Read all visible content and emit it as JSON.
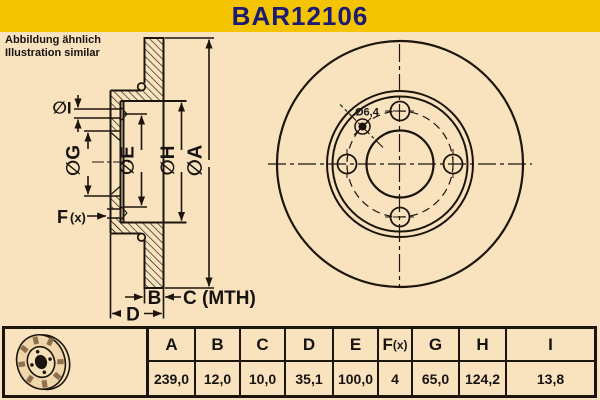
{
  "title": "BAR12106",
  "notes": {
    "line1": "Abbildung ähnlich",
    "line2": "Illustration similar"
  },
  "colors": {
    "header_bg": "#F5C400",
    "header_text": "#1B1B73",
    "canvas_bg": "#F9E2BE",
    "line": "#1C150D"
  },
  "section_view": {
    "labels": {
      "dia_i": "∅I",
      "dia_g": "∅G",
      "dia_e": "∅E",
      "dia_h": "∅H",
      "dia_a": "∅A",
      "f_main": "F",
      "f_sub": "(x)",
      "b": "B",
      "c": "C (MTH)",
      "d": "D"
    }
  },
  "front_view": {
    "hole_diameter_label": "Ø6,4"
  },
  "spec_table": {
    "headers": [
      "A",
      "B",
      "C",
      "D",
      "E",
      "F(x)",
      "G",
      "H",
      "I"
    ],
    "f_header": {
      "main": "F",
      "sub": "(x)"
    },
    "values": [
      "239,0",
      "12,0",
      "10,0",
      "35,1",
      "100,0",
      "4",
      "65,0",
      "124,2",
      "13,8"
    ]
  }
}
